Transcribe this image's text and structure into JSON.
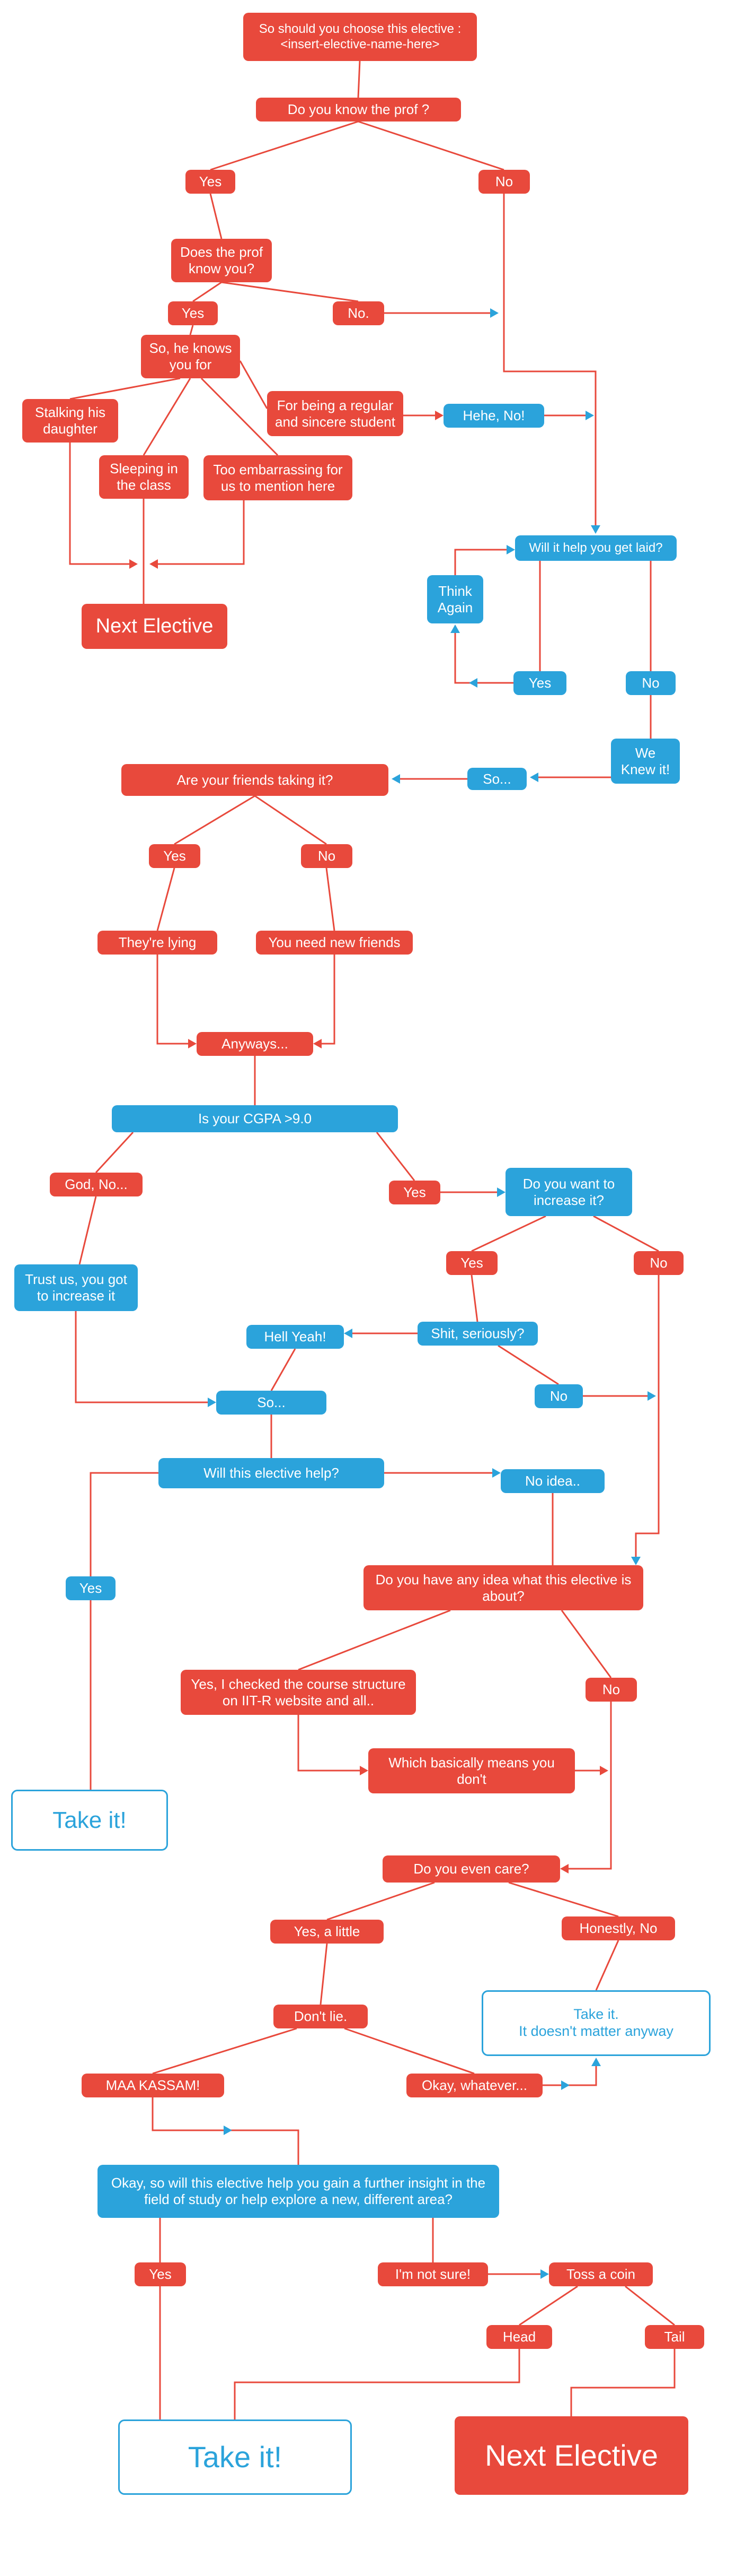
{
  "colors": {
    "red": "#e8493c",
    "blue": "#2ba3db",
    "background": "#ffffff"
  },
  "diagram": {
    "type": "flowchart",
    "topic": "Should you choose this elective?"
  },
  "nodes": {
    "start": {
      "label": "So should you choose this elective :\n<insert-elective-name-here>"
    },
    "know_prof": {
      "label": "Do you know the prof ?"
    },
    "yes1": {
      "label": "Yes"
    },
    "no1": {
      "label": "No"
    },
    "prof_know": {
      "label": "Does the prof know you?"
    },
    "yes2": {
      "label": "Yes"
    },
    "no2": {
      "label": "No."
    },
    "knows_for": {
      "label": "So, he knows you for"
    },
    "stalking": {
      "label": "Stalking his daughter"
    },
    "regular": {
      "label": "For being a regular and sincere student"
    },
    "hehe_no": {
      "label": "Hehe, No!"
    },
    "sleeping": {
      "label": "Sleeping in the class"
    },
    "embarrassing": {
      "label": "Too embarrassing for us to mention here"
    },
    "next_elective_1": {
      "label": "Next Elective"
    },
    "get_laid": {
      "label": "Will it help you get laid?"
    },
    "think_again": {
      "label": "Think Again"
    },
    "yes3": {
      "label": "Yes"
    },
    "no3": {
      "label": "No"
    },
    "we_knew": {
      "label": "We\nKnew it!"
    },
    "so1": {
      "label": "So..."
    },
    "friends": {
      "label": "Are your friends taking it?"
    },
    "yes4": {
      "label": "Yes"
    },
    "no4": {
      "label": "No"
    },
    "lying": {
      "label": "They're lying"
    },
    "new_friends": {
      "label": "You need new friends"
    },
    "anyways": {
      "label": "Anyways..."
    },
    "cgpa": {
      "label": "Is your CGPA >9.0"
    },
    "god_no": {
      "label": "God, No..."
    },
    "yes5": {
      "label": "Yes"
    },
    "want_increase": {
      "label": "Do you want to increase it?"
    },
    "trust_us": {
      "label": "Trust us, you got to increase it"
    },
    "yes6": {
      "label": "Yes"
    },
    "no5": {
      "label": "No"
    },
    "hell_yeah": {
      "label": "Hell Yeah!"
    },
    "shit_seriously": {
      "label": "Shit, seriously?"
    },
    "no6": {
      "label": "No"
    },
    "so2": {
      "label": "So..."
    },
    "elective_help": {
      "label": "Will this elective help?"
    },
    "no_idea": {
      "label": "No idea.."
    },
    "yes7": {
      "label": "Yes"
    },
    "any_idea": {
      "label": "Do you have any idea what this elective is about?"
    },
    "checked": {
      "label": "Yes, I checked the course structure on IIT-R website and all.."
    },
    "no7": {
      "label": "No"
    },
    "basically": {
      "label": "Which basically means you don't"
    },
    "take_it_1": {
      "label": "Take it!"
    },
    "even_care": {
      "label": "Do you even care?"
    },
    "yes_little": {
      "label": "Yes, a little"
    },
    "honestly_no": {
      "label": "Honestly, No"
    },
    "dont_lie": {
      "label": "Don't lie."
    },
    "take_it_2": {
      "label": "Take it.\nIt doesn't matter anyway"
    },
    "maa_kassam": {
      "label": "MAA KASSAM!"
    },
    "okay_whatever": {
      "label": "Okay, whatever..."
    },
    "insight": {
      "label": "Okay, so will this elective help you gain a further insight in the field of study or help explore a new, different area?"
    },
    "yes8": {
      "label": "Yes"
    },
    "not_sure": {
      "label": "I'm not sure!"
    },
    "toss_coin": {
      "label": "Toss a coin"
    },
    "head": {
      "label": "Head"
    },
    "tail": {
      "label": "Tail"
    },
    "take_it_3": {
      "label": "Take it!"
    },
    "next_elective_2": {
      "label": "Next Elective"
    }
  }
}
